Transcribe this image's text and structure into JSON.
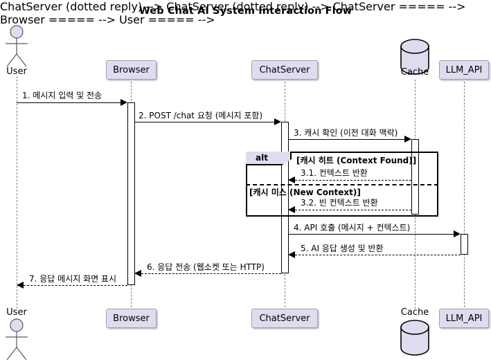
{
  "diagram": {
    "title": "Web Chat AI System Interaction Flow",
    "type": "uml-sequence-diagram"
  },
  "participants": [
    {
      "id": "user",
      "label": "User",
      "shape": "actor"
    },
    {
      "id": "browser",
      "label": "Browser",
      "shape": "box"
    },
    {
      "id": "chatserver",
      "label": "ChatServer",
      "shape": "box"
    },
    {
      "id": "cache",
      "label": "Cache",
      "shape": "database"
    },
    {
      "id": "llm",
      "label": "LLM_API",
      "shape": "box"
    }
  ],
  "messages": [
    {
      "n": "1",
      "label": "1. 메시지 입력 및 전송",
      "from": "user",
      "to": "browser",
      "style": "solid"
    },
    {
      "n": "2",
      "label": "2. POST /chat 요청 (메시지 포함)",
      "from": "browser",
      "to": "chatserver",
      "style": "solid"
    },
    {
      "n": "3",
      "label": "3. 캐시 확인 (이전 대화 맥락)",
      "from": "chatserver",
      "to": "cache",
      "style": "solid"
    },
    {
      "n": "3.1",
      "label": "3.1. 컨텍스트 반환",
      "from": "cache",
      "to": "chatserver",
      "style": "dotted"
    },
    {
      "n": "3.2",
      "label": "3.2. 빈 컨텍스트 반환",
      "from": "cache",
      "to": "chatserver",
      "style": "dotted"
    },
    {
      "n": "4",
      "label": "4. API 호출 (메시지 + 컨텍스트)",
      "from": "chatserver",
      "to": "llm",
      "style": "solid"
    },
    {
      "n": "5",
      "label": "5. AI 응답 생성 및 반환",
      "from": "llm",
      "to": "chatserver",
      "style": "dotted"
    },
    {
      "n": "6",
      "label": "6. 응답 전송 (웹소켓 또는 HTTP)",
      "from": "chatserver",
      "to": "browser",
      "style": "dotted"
    },
    {
      "n": "7",
      "label": "7. 응답 메시지 화면 표시",
      "from": "browser",
      "to": "user",
      "style": "dotted"
    }
  ],
  "fragments": [
    {
      "kind": "alt",
      "label": "alt",
      "guards": [
        "[캐시 히트 (Context Found)]",
        "[캐시 미스 (New Context)]"
      ]
    }
  ],
  "colors": {
    "participant_fill": "#DEDDF0",
    "participant_border": "#A0A0B8",
    "lifeline": "#808080",
    "line": "#000000",
    "background": "#FFFFFF"
  }
}
